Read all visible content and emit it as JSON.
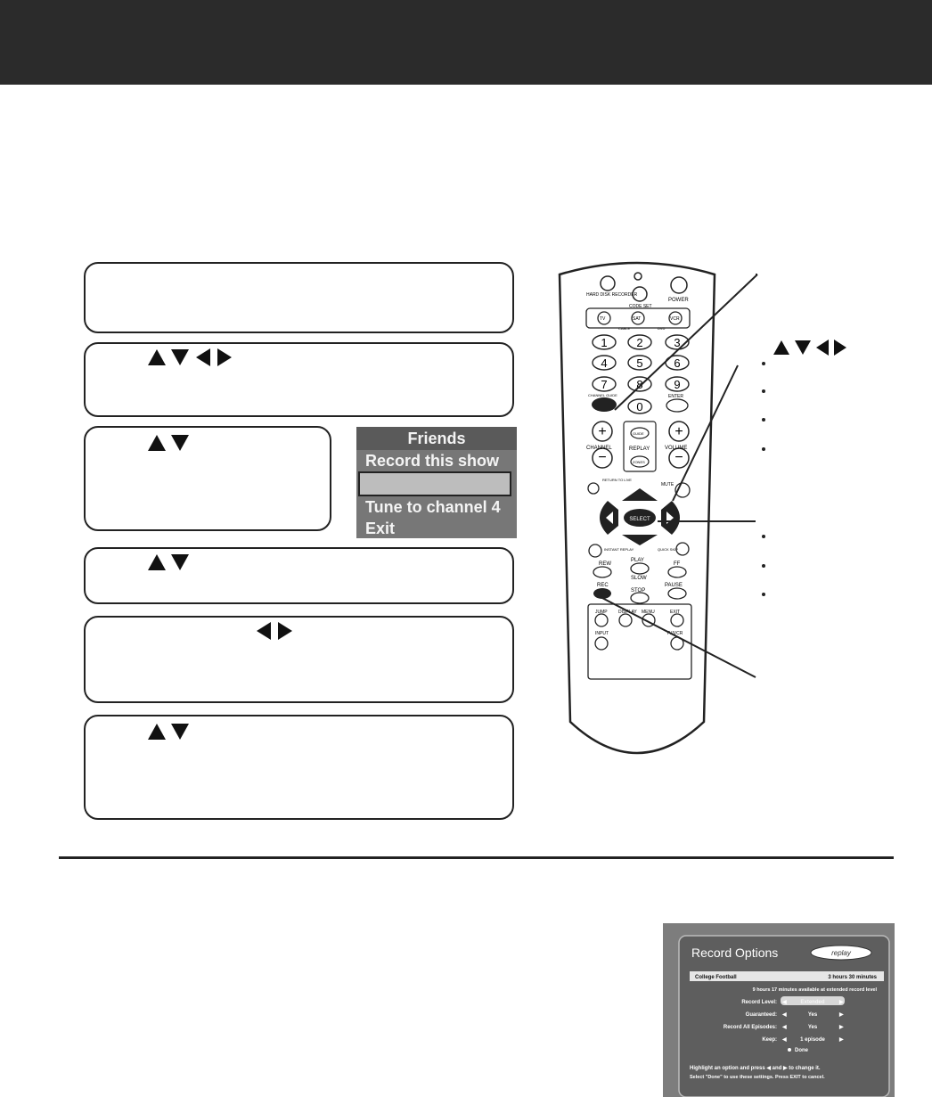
{
  "menu": {
    "title": "Friends",
    "items": [
      "Record this show",
      "",
      "Tune to channel 4",
      "Exit"
    ]
  },
  "remote": {
    "labels": {
      "hard_disk_recorder": "HARD DISK RECORDER",
      "code_set": "CODE SET",
      "power": "POWER",
      "tv": "TV",
      "sat": "SAT",
      "vcr": "VCR",
      "cable": "CABLE",
      "dvd": "DVD",
      "channel_guide": "CHANNEL GUIDE",
      "enter": "ENTER",
      "guide": "GUIDE",
      "replay": "REPLAY",
      "zones": "ZONES",
      "channel": "CHANNEL",
      "volume": "VOLUME",
      "return_to_live": "RETURN TO LIVE",
      "mute": "MUTE",
      "select": "SELECT",
      "instant_replay": "INSTANT REPLAY",
      "quick_skip": "QUICK SKIP",
      "rew": "REW",
      "play": "PLAY",
      "slow": "SLOW",
      "ff": "FF",
      "rec": "REC",
      "stop": "STOP",
      "pause": "PAUSE",
      "jump": "JUMP",
      "display": "DISPLAY",
      "menu": "MENU",
      "exit": "EXIT",
      "input": "INPUT",
      "tv_vcr": "TV/VCR"
    },
    "digits": [
      "1",
      "2",
      "3",
      "4",
      "5",
      "6",
      "7",
      "8",
      "9",
      "0"
    ]
  },
  "record_options": {
    "title": "Record Options",
    "logo": "replay",
    "show": "College Football",
    "duration": "3 hours 30 minutes",
    "available": "9 hours 17 minutes available at extended record level",
    "rows": [
      {
        "label": "Record Level:",
        "value": "Extended"
      },
      {
        "label": "Guaranteed:",
        "value": "Yes"
      },
      {
        "label": "Record All Episodes:",
        "value": "Yes"
      },
      {
        "label": "Keep:",
        "value": "1 episode"
      }
    ],
    "done": "Done",
    "hint1a": "Highlight an option and press",
    "hint1b": "and",
    "hint1c": "to change it.",
    "hint2": "Select \"Done\" to use these settings. Press EXIT to cancel."
  }
}
